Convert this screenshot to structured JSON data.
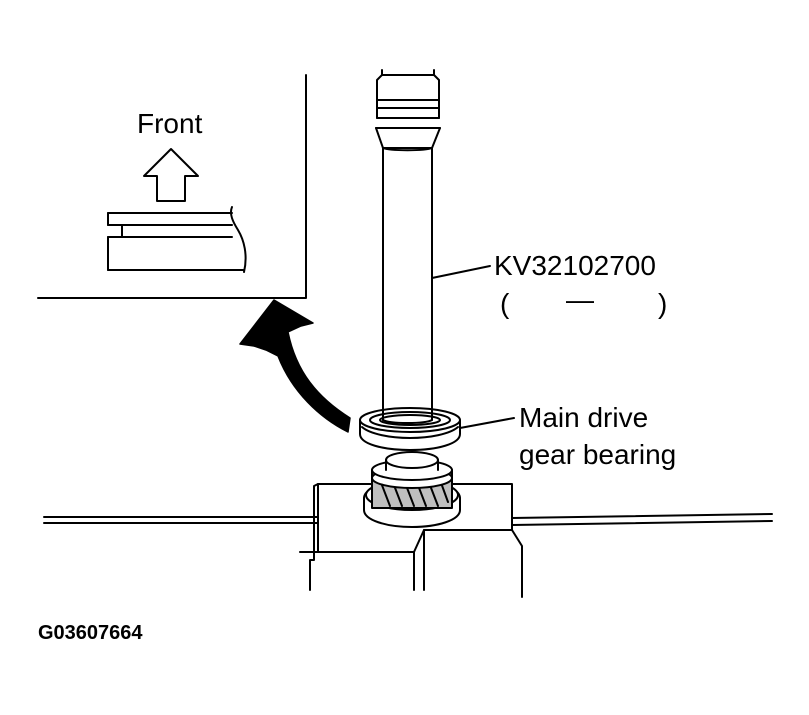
{
  "labels": {
    "front": "Front",
    "tool_number": "KV32102700",
    "tool_alt_open": "(",
    "tool_alt_dash": "—",
    "tool_alt_close": ")",
    "bearing_line1": "Main drive",
    "bearing_line2": "gear bearing",
    "figure_code": "G03607664"
  },
  "colors": {
    "line": "#000000",
    "background": "#ffffff",
    "gear_fill": "#bfbfbf"
  }
}
